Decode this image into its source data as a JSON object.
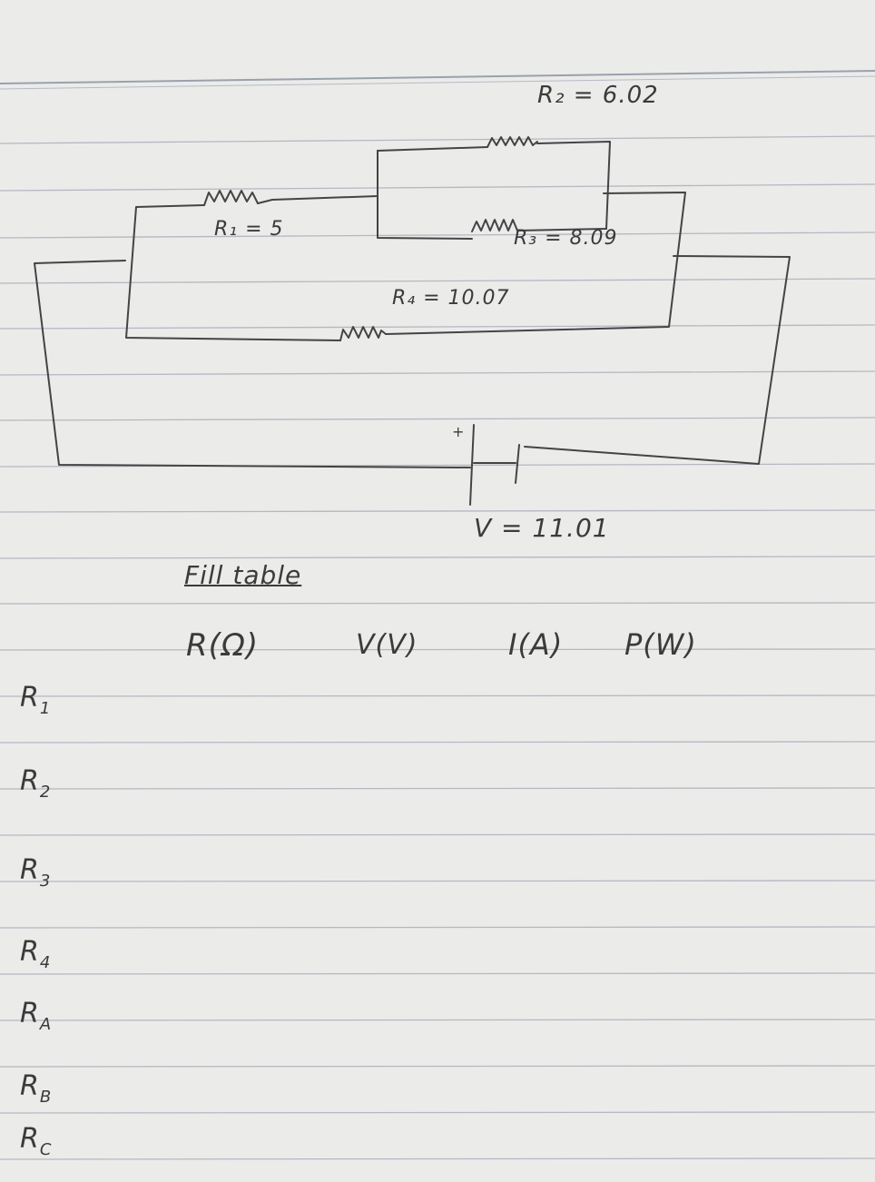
{
  "circuit": {
    "r1_label": "R₁ = 5",
    "r2_label": "R₂ = 6.02",
    "r3_label": "R₃ = 8.09",
    "r4_label": "R₄ = 10.07",
    "battery_plus": "+",
    "voltage_label": "V = 11.01"
  },
  "table": {
    "title": "Fill table",
    "headers": [
      "R(Ω)",
      "V(V)",
      "I(A)",
      "P(W)"
    ],
    "rows": [
      {
        "base": "R",
        "sub": "1"
      },
      {
        "base": "R",
        "sub": "2"
      },
      {
        "base": "R",
        "sub": "3"
      },
      {
        "base": "R",
        "sub": "4"
      },
      {
        "base": "R",
        "sub": "A"
      },
      {
        "base": "R",
        "sub": "B"
      },
      {
        "base": "R",
        "sub": "C"
      }
    ]
  }
}
